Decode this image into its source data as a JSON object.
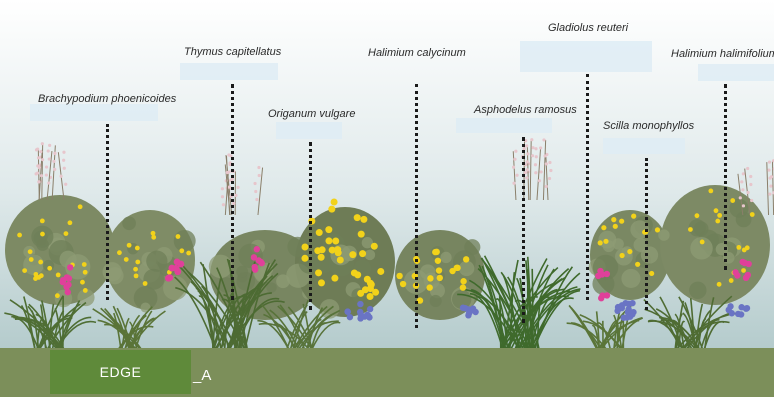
{
  "plants": [
    {
      "name": "Brachypodium phoenicoides"
    },
    {
      "name": "Thymus capitellatus"
    },
    {
      "name": "Origanum vulgare"
    },
    {
      "name": "Halimium calycinum"
    },
    {
      "name": "Asphodelus ramosus"
    },
    {
      "name": "Gladiolus reuteri"
    },
    {
      "name": "Scilla monophyllos"
    },
    {
      "name": "Halimium halimifolium"
    }
  ],
  "edge_label": "EDGE",
  "edge_suffix": "_A",
  "colors": {
    "sky_top": "#ffffff",
    "sky_bottom": "#b4cbcc",
    "ground": "#7c8f5a",
    "edge_tab": "#5f8a3a",
    "leader_line": "#1a1a1a",
    "label_box": "#deecf4",
    "yellow_flower": "#f2d21a",
    "pink_flower": "#e0409a",
    "blue_flower": "#6a74c4"
  }
}
